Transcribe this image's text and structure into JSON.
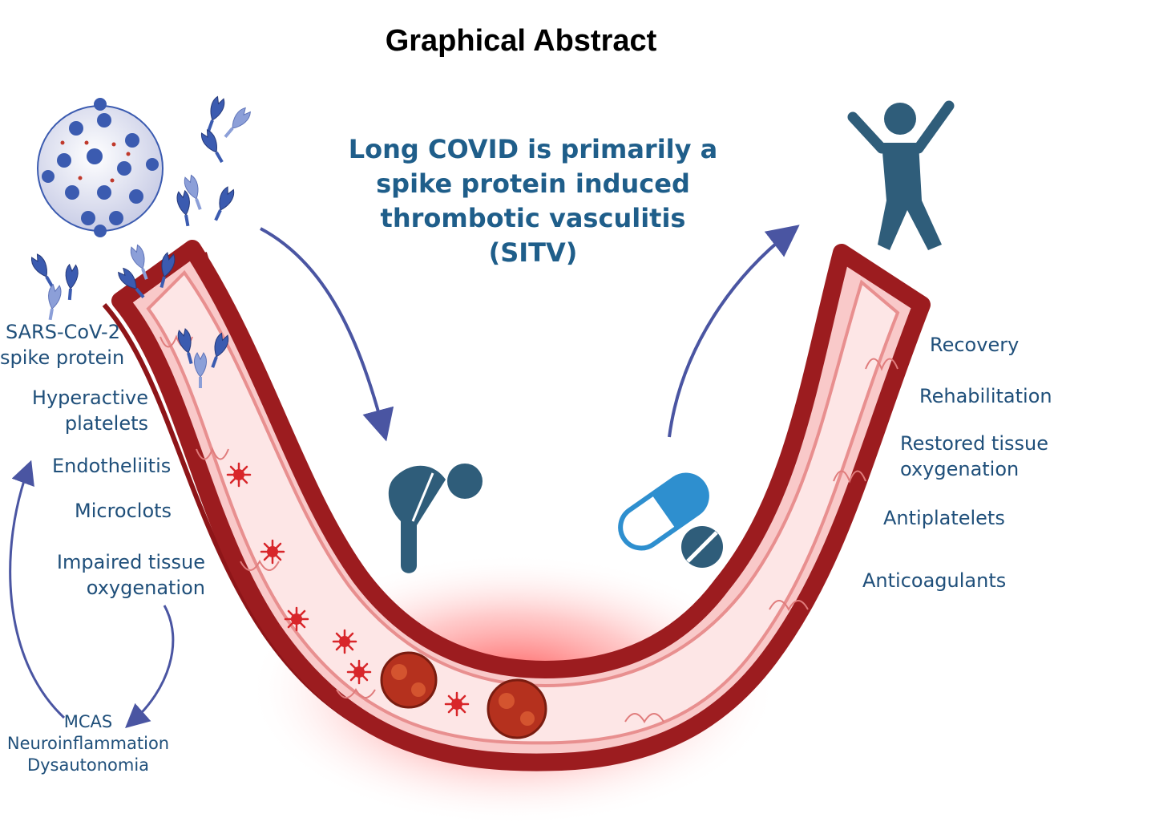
{
  "title": "Graphical Abstract",
  "headline": [
    "Long COVID is primarily a",
    "spike protein induced",
    "thrombotic vasculitis",
    "(SITV)"
  ],
  "left_labels": {
    "spike": [
      "SARS-CoV-2",
      "spike protein"
    ],
    "platelets": [
      "Hyperactive",
      "platelets"
    ],
    "endotheliitis": "Endotheliitis",
    "microclots": "Microclots",
    "oxygenation": [
      "Impaired tissue",
      "oxygenation"
    ],
    "bottom": [
      "MCAS",
      "Neuroinflammation",
      "Dysautonomia"
    ]
  },
  "right_labels": {
    "recovery": "Recovery",
    "rehabilitation": "Rehabilitation",
    "restored": [
      "Restored tissue",
      "oxygenation"
    ],
    "antiplatelets": "Antiplatelets",
    "anticoagulants": "Anticoagulants"
  },
  "colors": {
    "text": "#1f4f7a",
    "headline": "#1f5e8a",
    "vessel_wall": "#9c1c1f",
    "vessel_lumen": "#fbd6d6",
    "figure": "#2f5d7a",
    "spike": "#3b5bb0",
    "arrow": "#4a55a2",
    "pill": "#2e8fcf"
  },
  "icons": [
    "virus-icon",
    "spike-protein-icon",
    "fatigued-person-icon",
    "pill-capsule-icon",
    "tablet-icon",
    "celebrating-person-icon",
    "platelet-icon",
    "microclot-icon"
  ]
}
